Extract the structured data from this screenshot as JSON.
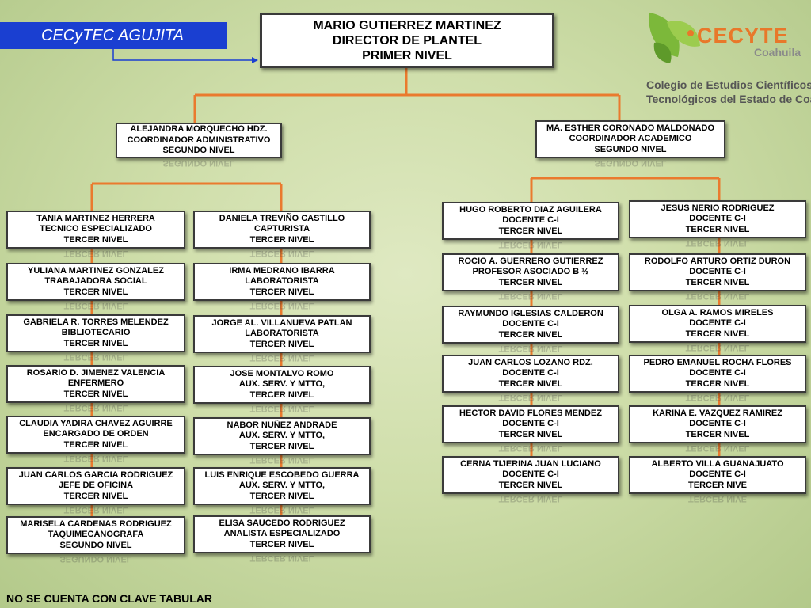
{
  "title": "CECyTEC AGUJITA",
  "logo": {
    "name": "CECYTE",
    "region": "Coahuila",
    "caption_lines": [
      "Colegio de Estudios Científicos y",
      "Tecnológicos del Estado de Coahuila"
    ]
  },
  "footer": "NO SE CUENTA CON CLAVE TABULAR",
  "colors": {
    "title_bg": "#1a3fd1",
    "connector": "#ea7a2e",
    "logo_orange": "#e8782a",
    "logo_green": "#7cb83a"
  },
  "director": [
    "MARIO GUTIERREZ MARTINEZ",
    "DIRECTOR DE PLANTEL",
    "PRIMER NIVEL"
  ],
  "admin": {
    "head": [
      "ALEJANDRA MORQUECHO HDZ.",
      "COORDINADOR ADMINISTRATIVO",
      "SEGUNDO NIVEL"
    ],
    "col1": [
      [
        "TANIA MARTINEZ HERRERA",
        "TECNICO ESPECIALIZADO",
        "TERCER NIVEL"
      ],
      [
        "YULIANA MARTINEZ GONZALEZ",
        "TRABAJADORA SOCIAL",
        "TERCER NIVEL"
      ],
      [
        "GABRIELA R.  TORRES MELENDEZ",
        "BIBLIOTECARIO",
        "TERCER NIVEL"
      ],
      [
        "ROSARIO D. JIMENEZ VALENCIA",
        "ENFERMERO",
        "TERCER NIVEL"
      ],
      [
        "CLAUDIA YADIRA CHAVEZ AGUIRRE",
        "ENCARGADO DE ORDEN",
        "TERCER NIVEL"
      ],
      [
        "JUAN CARLOS GARCIA RODRIGUEZ",
        "JEFE DE OFICINA",
        "TERCER NIVEL"
      ],
      [
        "MARISELA CARDENAS RODRIGUEZ",
        "TAQUIMECANOGRAFA",
        "SEGUNDO NIVEL"
      ]
    ],
    "col2": [
      [
        "DANIELA TREVIÑO CASTILLO",
        "CAPTURISTA",
        "TERCER NIVEL"
      ],
      [
        "IRMA MEDRANO IBARRA",
        "LABORATORISTA",
        "TERCER NIVEL"
      ],
      [
        "JORGE AL. VILLANUEVA PATLAN",
        "LABORATORISTA",
        "TERCER NIVEL"
      ],
      [
        "JOSE MONTALVO ROMO",
        "AUX. SERV. Y MTTO,",
        "TERCER NIVEL"
      ],
      [
        "NABOR NUÑEZ ANDRADE",
        "AUX. SERV. Y MTTO,",
        "TERCER NIVEL"
      ],
      [
        "LUIS ENRIQUE ESCOBEDO GUERRA",
        "AUX. SERV. Y MTTO,",
        "TERCER NIVEL"
      ],
      [
        "ELISA SAUCEDO RODRIGUEZ",
        "ANALISTA ESPECIALIZADO",
        "TERCER NIVEL"
      ]
    ]
  },
  "academic": {
    "head": [
      "MA. ESTHER CORONADO MALDONADO",
      "COORDINADOR ACADEMICO",
      "SEGUNDO NIVEL"
    ],
    "col1": [
      [
        "HUGO ROBERTO DIAZ AGUILERA",
        "DOCENTE C-I",
        "TERCER NIVEL"
      ],
      [
        "ROCIO A. GUERRERO GUTIERREZ",
        "PROFESOR ASOCIADO B ½",
        "TERCER NIVEL"
      ],
      [
        "RAYMUNDO  IGLESIAS CALDERON",
        "DOCENTE C-I",
        "TERCER NIVEL"
      ],
      [
        "JUAN CARLOS LOZANO  RDZ.",
        "DOCENTE C-I",
        "TERCER NIVEL"
      ],
      [
        "HECTOR DAVID FLORES MENDEZ",
        "DOCENTE C-I",
        "TERCER NIVEL"
      ],
      [
        "CERNA TIJERINA JUAN LUCIANO",
        "DOCENTE C-I",
        "TERCER NIVEL"
      ]
    ],
    "col2": [
      [
        "JESUS NERIO RODRIGUEZ",
        "DOCENTE C-I",
        "TERCER NIVEL"
      ],
      [
        "RODOLFO ARTURO ORTIZ DURON",
        "DOCENTE C-I",
        "TERCER NIVEL"
      ],
      [
        "OLGA A. RAMOS MIRELES",
        "DOCENTE C-I",
        "TERCER NIVEL"
      ],
      [
        "PEDRO EMANUEL ROCHA FLORES",
        "DOCENTE C-I",
        "TERCER NIVEL"
      ],
      [
        "KARINA E. VAZQUEZ RAMIREZ",
        "DOCENTE C-I",
        "TERCER NIVEL"
      ],
      [
        "ALBERTO VILLA GUANAJUATO",
        "DOCENTE C-I",
        "TERCER NIVE"
      ]
    ]
  }
}
